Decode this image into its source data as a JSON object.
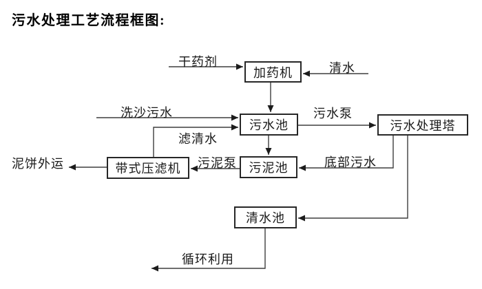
{
  "title": "污水处理工艺流程框图:",
  "colors": {
    "background": "#ffffff",
    "line": "#3d3d3d",
    "box_border": "#262626",
    "text": "#1a1a1a"
  },
  "diagram": {
    "nodes": [
      {
        "id": "dosing-machine",
        "label": "加药机"
      },
      {
        "id": "sewage-pool",
        "label": "污水池"
      },
      {
        "id": "sewage-treatment-tower",
        "label": "污水处理塔"
      },
      {
        "id": "sludge-pool",
        "label": "污泥池"
      },
      {
        "id": "belt-filter-press",
        "label": "带式压滤机"
      },
      {
        "id": "clear-water-pool",
        "label": "清水池"
      }
    ],
    "flow_labels": [
      {
        "id": "dry-chemical",
        "label": "干药剂"
      },
      {
        "id": "clear-water",
        "label": "清水"
      },
      {
        "id": "sand-washing-sewage",
        "label": "洗沙污水"
      },
      {
        "id": "sewage-pump",
        "label": "污水泵"
      },
      {
        "id": "filtered-water",
        "label": "滤清水"
      },
      {
        "id": "sludge-pump",
        "label": "污泥泵"
      },
      {
        "id": "bottom-sewage",
        "label": "底部污水"
      },
      {
        "id": "mud-cake-outbound",
        "label": "泥饼外运"
      },
      {
        "id": "recycling",
        "label": "循环利用"
      }
    ],
    "edges": [
      {
        "from": "dry-chemical-source",
        "to": "dosing-machine",
        "label": "干药剂"
      },
      {
        "from": "clear-water-source",
        "to": "dosing-machine",
        "label": "清水"
      },
      {
        "from": "dosing-machine",
        "to": "sewage-pool",
        "label": ""
      },
      {
        "from": "sand-washing-source",
        "to": "sewage-pool",
        "label": "洗沙污水"
      },
      {
        "from": "belt-filter-press",
        "to": "sewage-pool",
        "label": "滤清水"
      },
      {
        "from": "sewage-pool",
        "to": "sewage-treatment-tower",
        "label": "污水泵"
      },
      {
        "from": "sewage-pool",
        "to": "sludge-pool",
        "label": ""
      },
      {
        "from": "sewage-treatment-tower",
        "to": "sludge-pool",
        "label": "底部污水"
      },
      {
        "from": "sludge-pool",
        "to": "belt-filter-press",
        "label": "污泥泵"
      },
      {
        "from": "belt-filter-press",
        "to": "outside",
        "label": "泥饼外运"
      },
      {
        "from": "sewage-treatment-tower",
        "to": "clear-water-pool",
        "label": ""
      },
      {
        "from": "clear-water-pool",
        "to": "reuse",
        "label": "循环利用"
      }
    ]
  }
}
